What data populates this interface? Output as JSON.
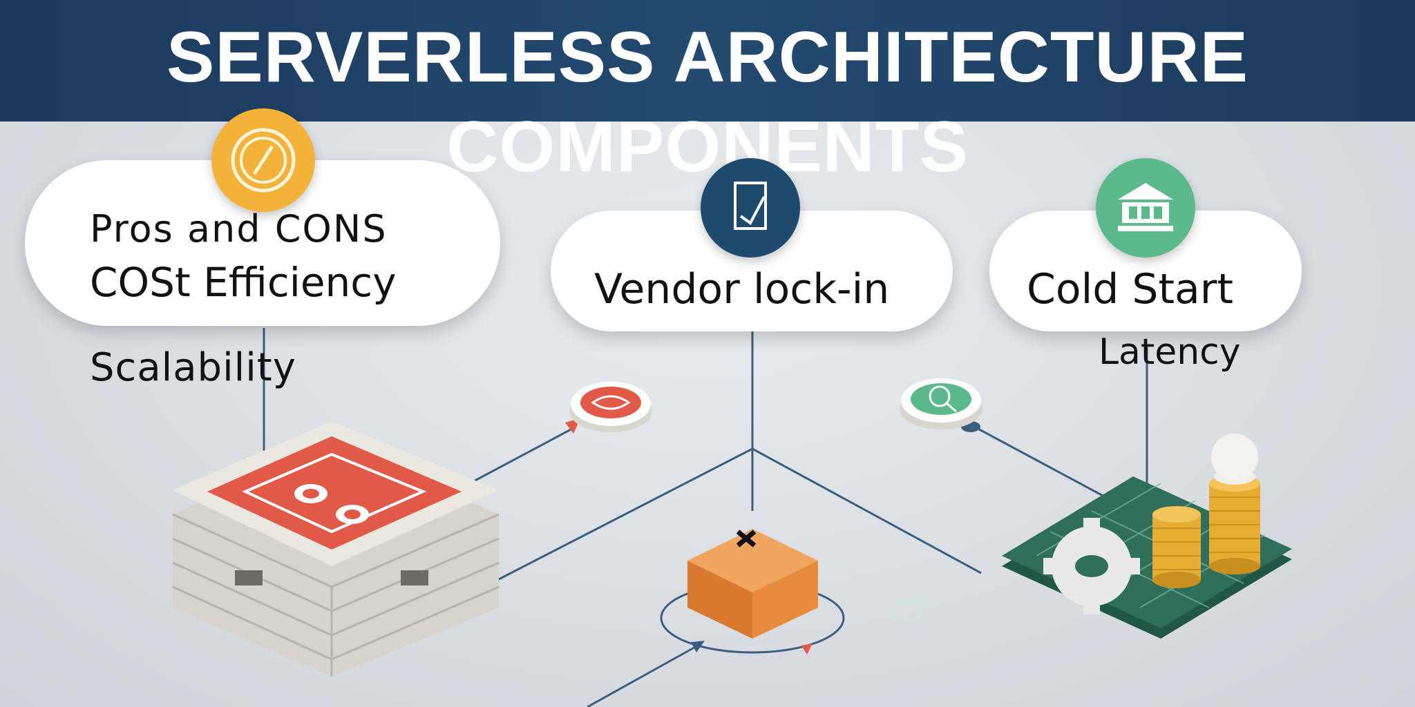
{
  "title": "SERVERLESS ARCHITECTURE COMPONENTS",
  "cards": {
    "left": {
      "line1": "Pros and CONS",
      "line2": "COSt Efficiency",
      "sub": "Scalability",
      "icon": "coin-icon"
    },
    "center": {
      "text": "Vendor lock-in",
      "icon": "document-icon"
    },
    "right": {
      "text": "Cold Start",
      "sub": "Latency",
      "icon": "bank-icon"
    }
  },
  "colors": {
    "header": "#1f4066",
    "orange_badge": "#f3b23a",
    "navy_badge": "#1f4a6e",
    "green_badge": "#5cb98c",
    "red_panel": "#e05a47",
    "cube": "#e88a3c",
    "board": "#2e6e5a",
    "coins": "#e7ad32"
  }
}
